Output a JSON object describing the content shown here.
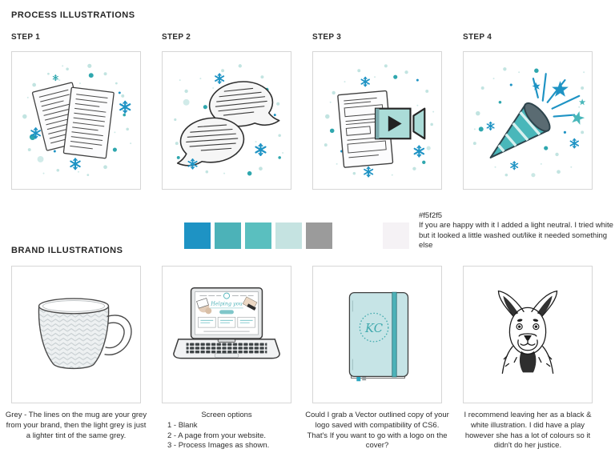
{
  "page": {
    "process_heading": "PROCESS ILLUSTRATIONS",
    "brand_heading": "BRAND ILLUSTRATIONS"
  },
  "steps": [
    {
      "label": "STEP 1",
      "icon": "documents-icon"
    },
    {
      "label": "STEP 2",
      "icon": "speech-bubbles-icon"
    },
    {
      "label": "STEP 3",
      "icon": "document-video-icon"
    },
    {
      "label": "STEP 4",
      "icon": "party-popper-icon"
    }
  ],
  "palette": {
    "swatches": [
      {
        "name": "blue",
        "hex": "#1e93c4"
      },
      {
        "name": "teal",
        "hex": "#4cb2b8"
      },
      {
        "name": "teal-light",
        "hex": "#5abfbf"
      },
      {
        "name": "pale-teal",
        "hex": "#c5e3e1"
      },
      {
        "name": "grey",
        "hex": "#9b9b9b"
      }
    ],
    "neutral": {
      "hex_label": "#f5f2f5",
      "hex": "#f5f2f5",
      "note": "If you are happy with it I added a light neutral. I tried white but it looked a little washed out/like it needed something else"
    }
  },
  "brand_items": [
    {
      "icon": "mug-icon",
      "caption": "Grey - The lines on the mug are your grey from your brand, then the light grey is just a lighter tint of the same grey."
    },
    {
      "icon": "laptop-icon",
      "screen_text": "Helping you",
      "caption_title": "Screen options",
      "caption_lines": [
        "1 - Blank",
        "2 - A page from your website.",
        "3 - Process Images as shown."
      ]
    },
    {
      "icon": "notebook-icon",
      "monogram": "KC",
      "caption": "Could I grab a Vector outlined copy of your logo saved with compatibility of CS6. That's If you want to go with a logo on the cover?"
    },
    {
      "icon": "dog-icon",
      "caption": "I recommend leaving her as a black & white illustration. I did have a play however she has a lot of colours so it didn't do her justice."
    }
  ]
}
